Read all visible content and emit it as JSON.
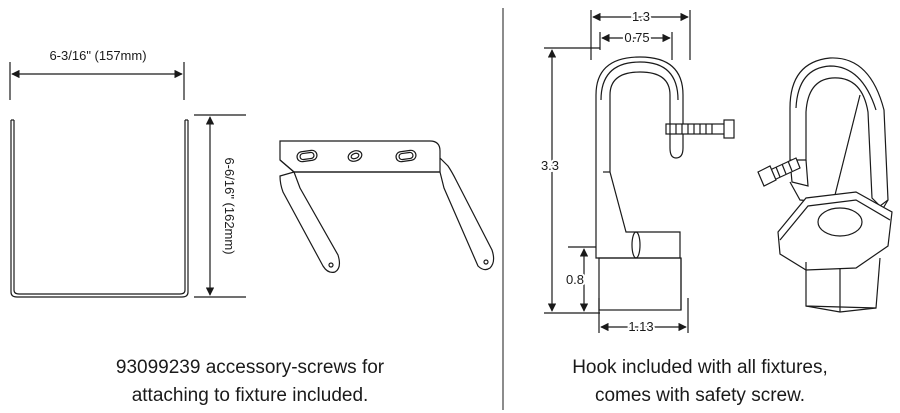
{
  "left_panel": {
    "dims": {
      "width": "6-3/16\" (157mm)",
      "height": "6-6/16\" (162mm)"
    },
    "caption": {
      "line1": "93099239 accessory-screws for",
      "line2": "attaching to fixture included."
    }
  },
  "right_panel": {
    "dims": {
      "top_width": "1.3",
      "inner_width": "0.75",
      "total_height": "3.3",
      "base_height": "0.8",
      "base_width": "1.13"
    },
    "caption": {
      "line1": "Hook included with all fixtures,",
      "line2": "comes with safety screw."
    }
  },
  "colors": {
    "line": "#1a1a1a",
    "shade": "#d9d9d9",
    "background": "#ffffff"
  }
}
